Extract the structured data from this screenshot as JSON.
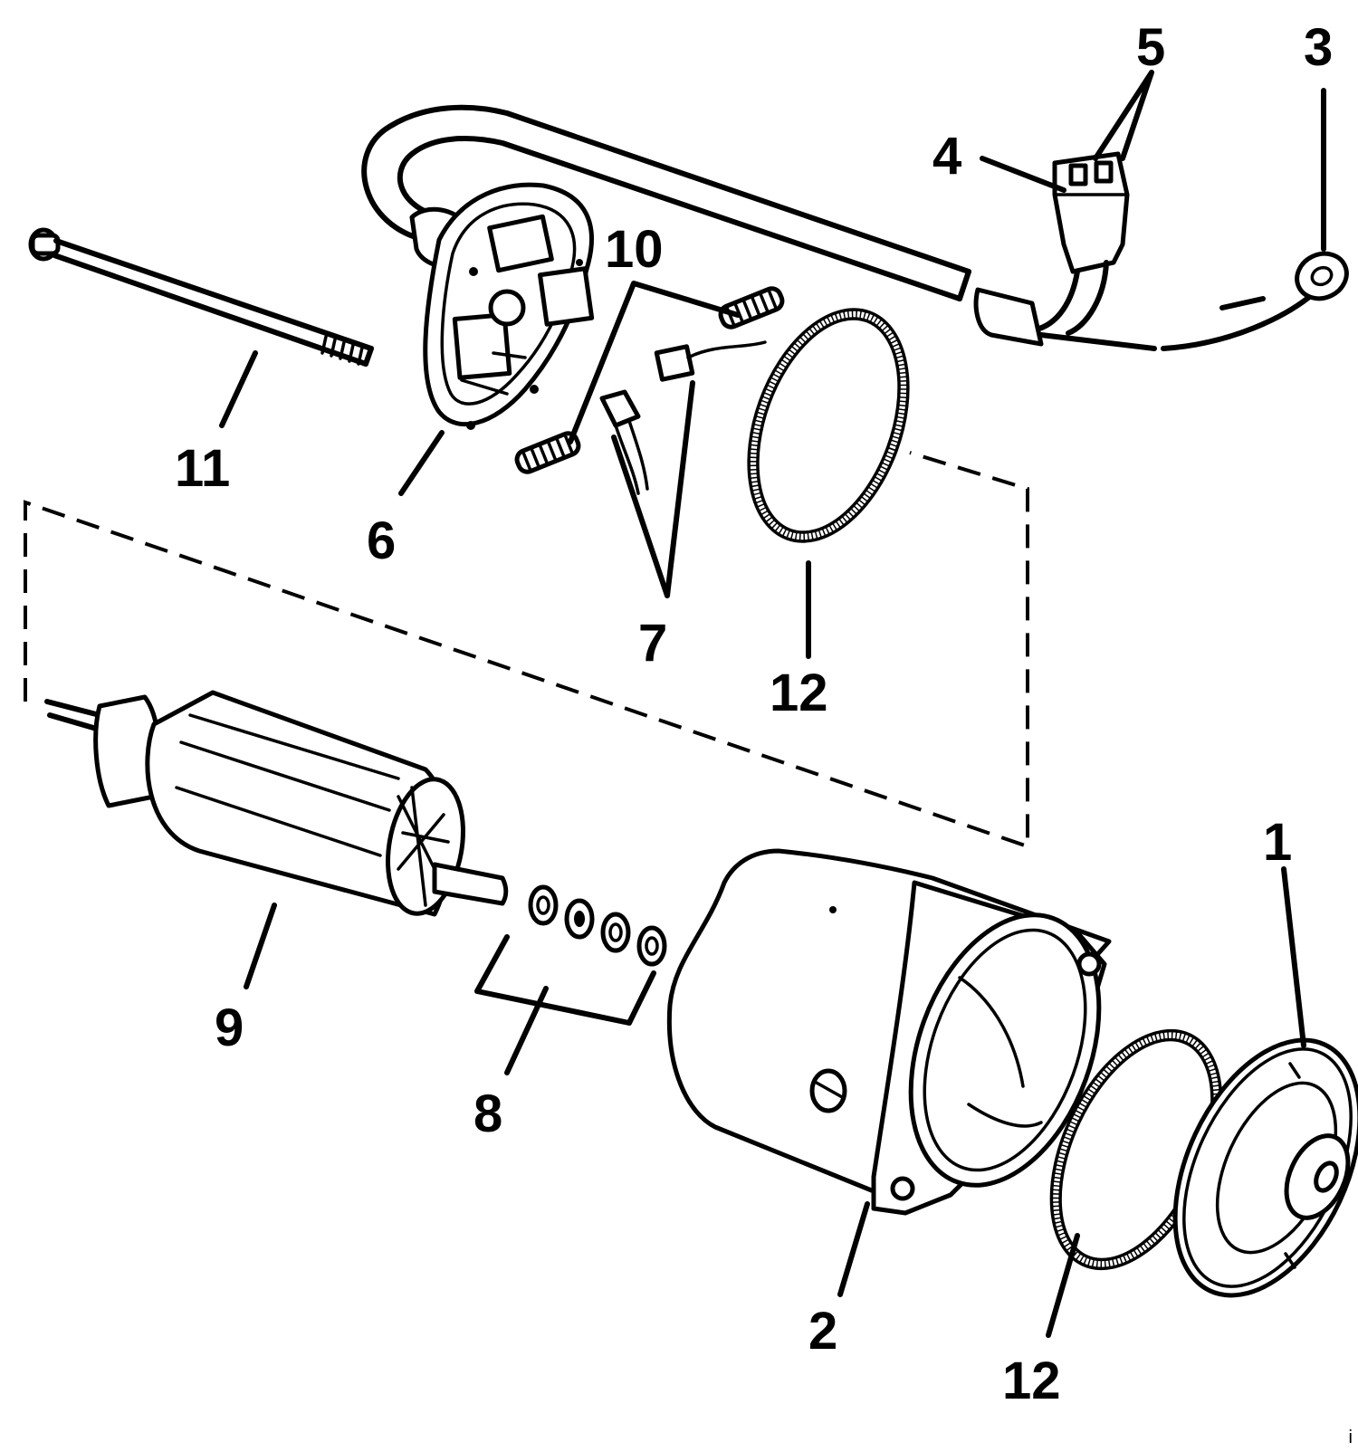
{
  "callouts": {
    "c1": "1",
    "c2": "2",
    "c3": "3",
    "c4": "4",
    "c5": "5",
    "c6": "6",
    "c7": "7",
    "c8": "8",
    "c9": "9",
    "c10": "10",
    "c11": "11",
    "c12a": "12",
    "c12b": "12"
  },
  "corner_mark": "i"
}
